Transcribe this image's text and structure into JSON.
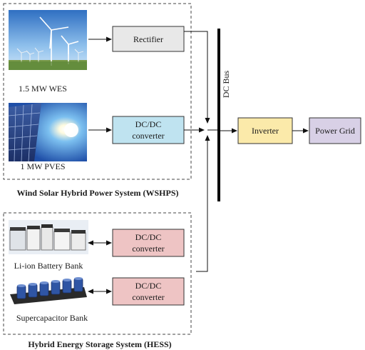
{
  "groups": {
    "wshps": "Wind Solar Hybrid Power System (WSHPS)",
    "hess": "Hybrid Energy Storage System (HESS)"
  },
  "sources": {
    "wind": "1.5 MW WES",
    "pv": "1 MW PVES",
    "battery": "Li-ion Battery Bank",
    "supercap": "Supercapacitor Bank"
  },
  "blocks": {
    "rectifier": "Rectifier",
    "dcdc_pv_line1": "DC/DC",
    "dcdc_pv_line2": "converter",
    "dcdc_batt_line1": "DC/DC",
    "dcdc_batt_line2": "converter",
    "dcdc_sc_line1": "DC/DC",
    "dcdc_sc_line2": "converter",
    "inverter": "Inverter",
    "grid": "Power Grid"
  },
  "bus": {
    "label": "DC Bus"
  },
  "colors": {
    "rectifier": "#e8e8e8",
    "dcdc_pv": "#bfe3f0",
    "dcdc_storage": "#eec4c4",
    "inverter": "#fbeaaa",
    "grid": "#d8d0e6"
  }
}
